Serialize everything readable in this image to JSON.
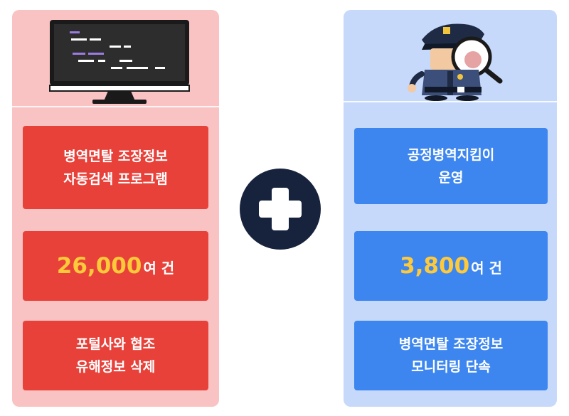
{
  "left_panel": {
    "box1": {
      "line1": "병역면탈 조장정보",
      "line2": "자동검색 프로그램"
    },
    "box2": {
      "number": "26,000",
      "suffix": "여 건"
    },
    "box3": {
      "line1": "포털사와 협조",
      "line2": "유해정보 삭제"
    },
    "icon": "computer-monitor-icon"
  },
  "right_panel": {
    "box1": {
      "line1": "공정병역지킴이",
      "line2": "운영"
    },
    "box2": {
      "number": "3,800",
      "suffix": "여 건"
    },
    "box3": {
      "line1": "병역면탈 조장정보",
      "line2": "모니터링 단속"
    },
    "icon": "police-detective-icon"
  },
  "plus_icon": "plus-icon",
  "colors": {
    "left_bg": "#f9c2c3",
    "left_box": "#e8413a",
    "right_bg": "#c6d9fa",
    "right_box": "#3d86f0",
    "highlight": "#ffca3a",
    "plus_circle": "#17233d"
  }
}
